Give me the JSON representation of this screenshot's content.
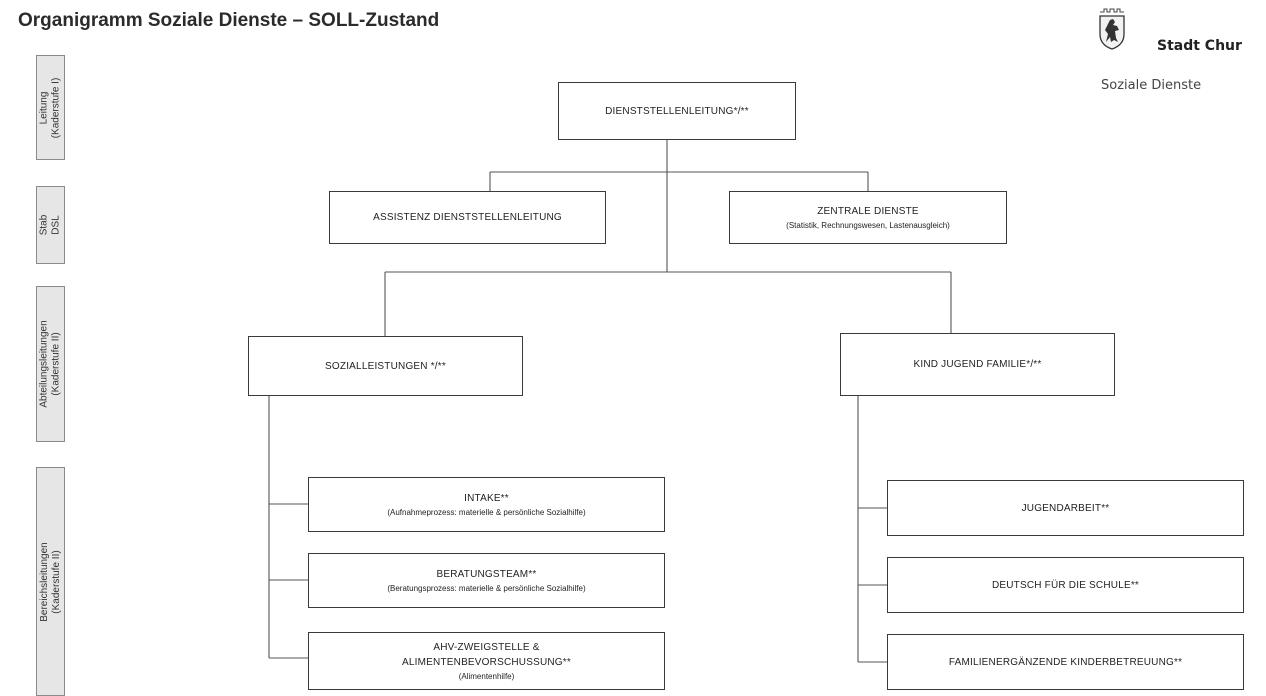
{
  "header": {
    "title": "Organigramm Soziale Dienste – SOLL-Zustand"
  },
  "logo": {
    "name": "Stadt Chur",
    "subtitle": "Soziale Dienste",
    "emblem_icon": "coat-of-arms-icon"
  },
  "levels": [
    {
      "label": "Leitung\n(Kaderstufe I)"
    },
    {
      "label": "Stab\nDSL"
    },
    {
      "label": "Abteilungsleitungen\n(Kaderstufe II)"
    },
    {
      "label": "Bereichsleitungen\n(Kaderstufe II)"
    }
  ],
  "nodes": {
    "head": {
      "title": "DIENSTSTELLENLEITUNG*/**"
    },
    "assistant": {
      "title": "ASSISTENZ DIENSTSTELLENLEITUNG"
    },
    "central": {
      "title": "ZENTRALE DIENSTE",
      "sub": "(Statistik, Rechnungswesen, Lastenausgleich)"
    },
    "social": {
      "title": "SOZIALLEISTUNGEN */**"
    },
    "youth": {
      "title": "KIND JUGEND FAMILIE*/**"
    },
    "intake": {
      "title": "INTAKE**",
      "sub": "(Aufnahmeprozess: materielle & persönliche Sozialhilfe)"
    },
    "counsel": {
      "title": "BERATUNGSTEAM**",
      "sub": "(Beratungsprozess: materielle & persönliche Sozialhilfe)"
    },
    "ahv": {
      "title": "AHV-ZWEIGSTELLE &",
      "title2": "ALIMENTENBEVORSCHUSSUNG**",
      "sub": "(Alimentenhilfe)"
    },
    "youthwork": {
      "title": "JUGENDARBEIT**"
    },
    "german": {
      "title": "DEUTSCH FÜR DIE SCHULE**"
    },
    "childcare": {
      "title": "FAMILIENERGÄNZENDE KINDERBETREUUNG**"
    }
  }
}
